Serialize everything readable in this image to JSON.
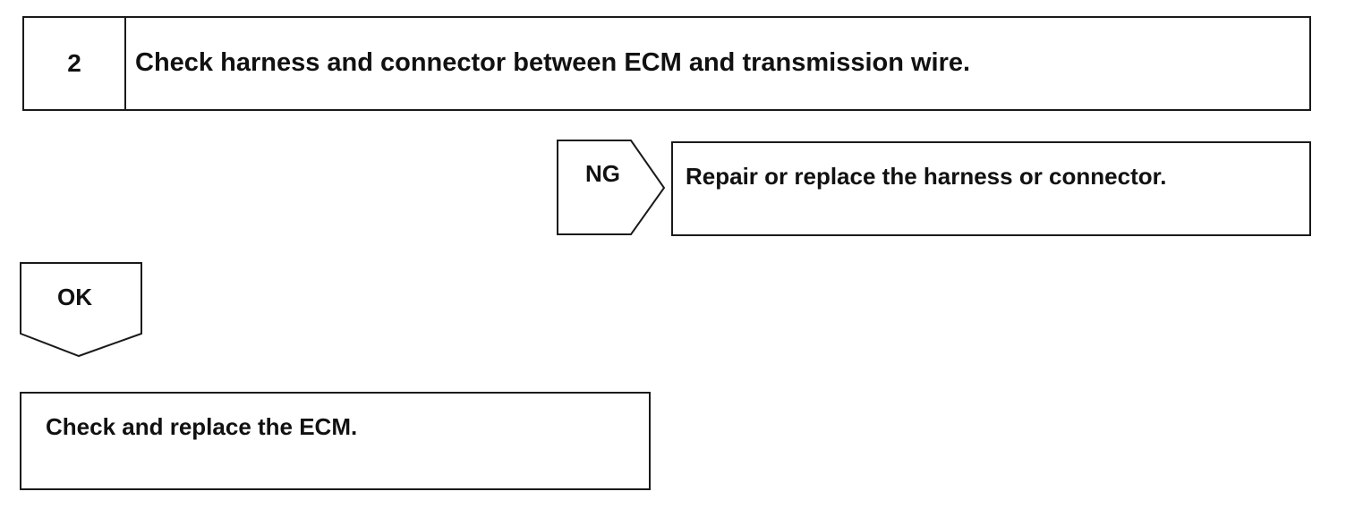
{
  "step": {
    "number": "2",
    "title": "Check harness and connector between ECM and transmission wire."
  },
  "ng_branch": {
    "label": "NG",
    "result": "Repair or replace the harness or connector."
  },
  "ok_branch": {
    "label": "OK",
    "result": "Check and replace the ECM."
  }
}
